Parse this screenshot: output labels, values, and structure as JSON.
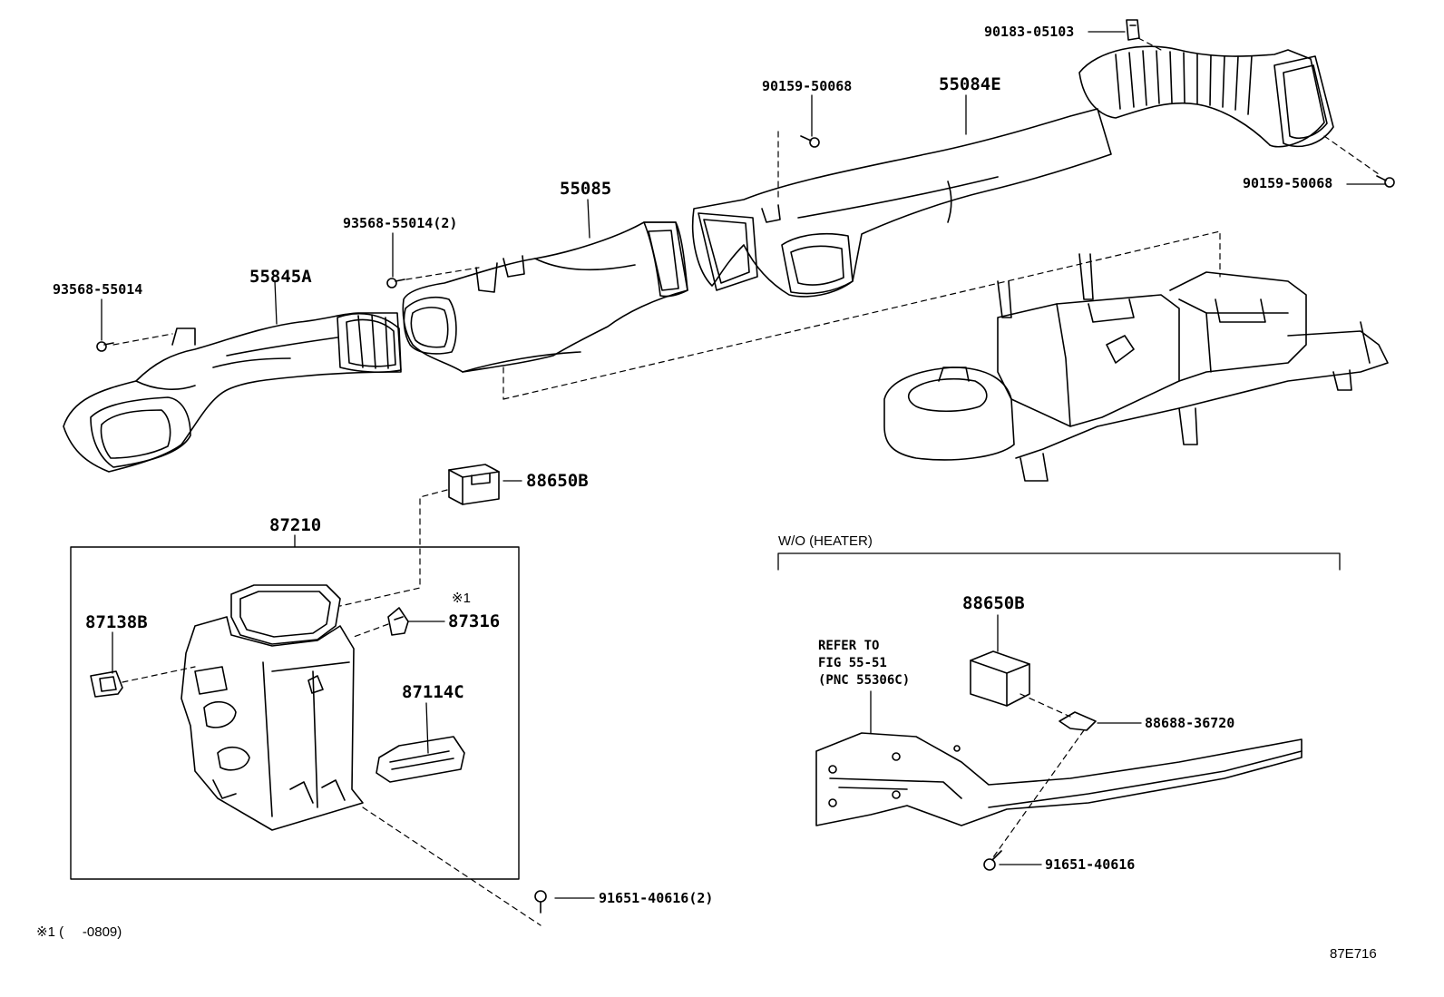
{
  "parts": {
    "p90183": "90183-05103",
    "p90159_top": "90159-50068",
    "p55084e": "55084E",
    "p90159_right": "90159-50068",
    "p55085": "55085",
    "p93568_2": "93568-55014(2)",
    "p93568": "93568-55014",
    "p55845a": "55845A",
    "p88650b_top": "88650B",
    "p87210": "87210",
    "p87138b": "87138B",
    "p87316": "87316",
    "p87316_note": "※1",
    "p87114c": "87114C",
    "p91651_2": "91651-40616(2)",
    "p88650b_wo": "88650B",
    "p88688": "88688-36720",
    "p91651": "91651-40616"
  },
  "variant": {
    "label": "W/O (HEATER)"
  },
  "refer": {
    "line1": "REFER TO",
    "line2": "FIG 55-51",
    "line3": "(PNC 55306C)"
  },
  "footnote": "※1 (     -0809)",
  "figure_id": "87E716",
  "colors": {
    "ink": "#000000",
    "paper": "#ffffff"
  }
}
